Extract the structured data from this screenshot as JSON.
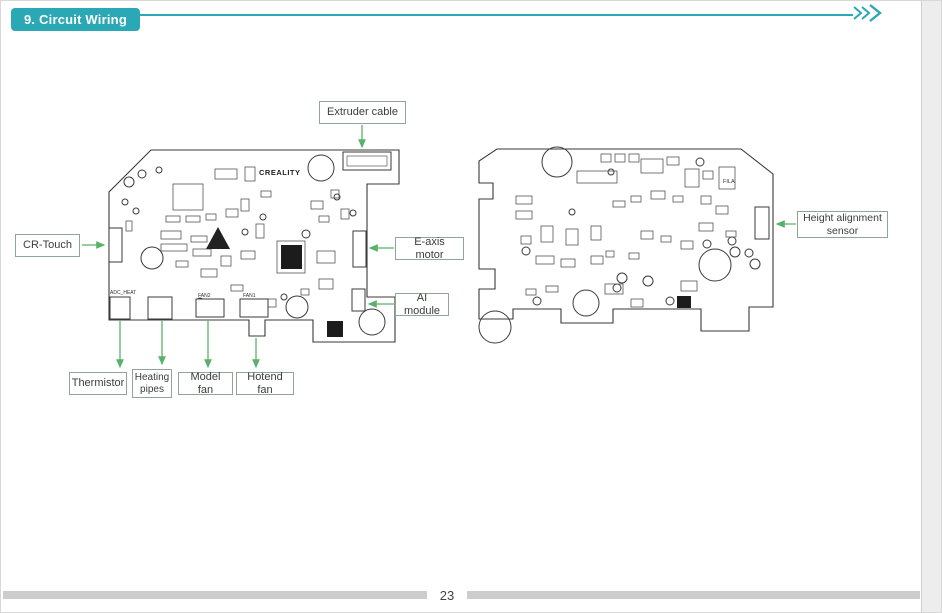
{
  "page": {
    "title": "9. Circuit Wiring",
    "page_number": "23"
  },
  "callouts": {
    "extruder_cable": {
      "label": "Extruder cable"
    },
    "cr_touch": {
      "label": "CR-Touch"
    },
    "e_axis_motor": {
      "label": "E-axis motor"
    },
    "ai_module": {
      "label": "AI module"
    },
    "thermistor": {
      "label": "Thermistor"
    },
    "heating_pipes": {
      "line1": "Heating",
      "line2": "pipes"
    },
    "model_fan": {
      "label": "Model fan"
    },
    "hotend_fan": {
      "label": "Hotend fan"
    },
    "height_alignment_sensor": {
      "line1": "Height alignment",
      "line2": "sensor"
    }
  },
  "board_front": {
    "silkscreen": {
      "brand": "CREALITY",
      "adc_heat": "ADC_HEAT",
      "fan2": "FAN2",
      "fan1": "FAN1"
    }
  },
  "board_back": {
    "silkscreen": {
      "fila": "FILA"
    }
  },
  "colors": {
    "accent": "#2BA8B5",
    "arrow": "#58B26A",
    "line_art": "#3A3A3A"
  }
}
